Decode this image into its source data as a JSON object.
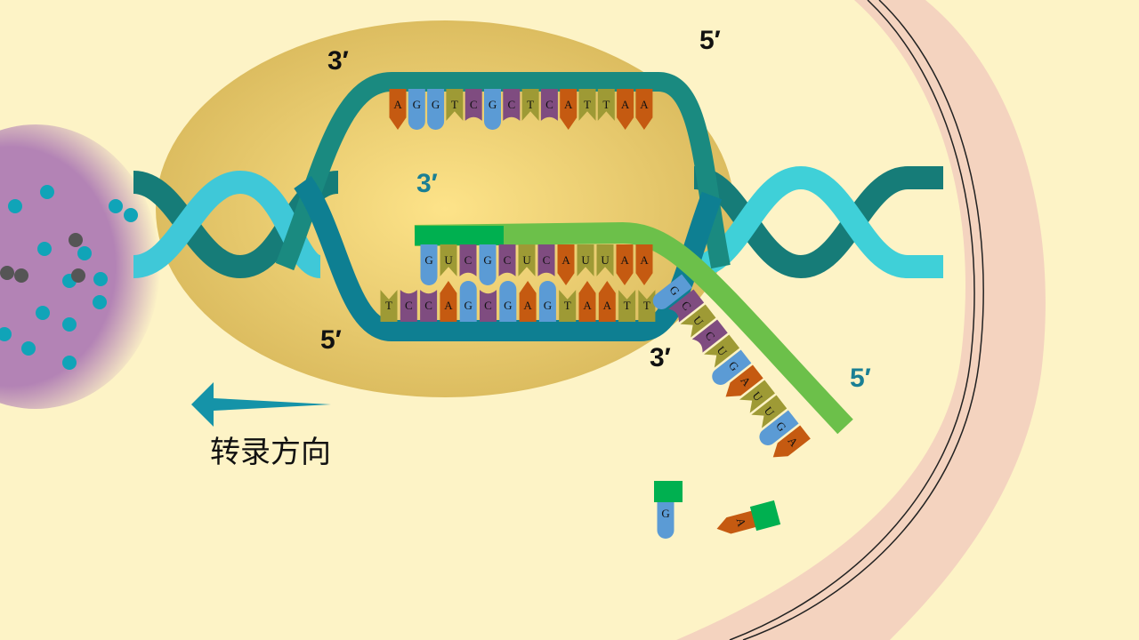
{
  "labels": {
    "top_left": "3′",
    "top_right": "5′",
    "inner_template": "3′",
    "bottom_left": "5′",
    "rna_3prime": "3′",
    "rna_5prime": "5′"
  },
  "caption": "转录方向",
  "colors": {
    "A": "#c55a11",
    "G": "#5b9bd5",
    "C": "#7f4c80",
    "T": "#9e9a35",
    "U": "#9e9a35",
    "cytoplasm": "#fdf3c6",
    "nucleus": "#e4c46a",
    "membrane": "#f4d3bf",
    "dna_dark": "#167c78",
    "dna_light": "#3fd0d8",
    "rna": "#6cc04a",
    "nucleotide_tag": "#00b050",
    "chromatin": "#b383b5"
  },
  "coding_strand": [
    "A",
    "G",
    "G",
    "T",
    "C",
    "G",
    "C",
    "T",
    "C",
    "A",
    "T",
    "T",
    "A",
    "A"
  ],
  "template_strand": [
    "T",
    "C",
    "C",
    "A",
    "G",
    "C",
    "G",
    "A",
    "G",
    "T",
    "A",
    "A",
    "T",
    "T"
  ],
  "rna_paired": [
    "G",
    "U",
    "C",
    "G",
    "C",
    "U",
    "C",
    "A",
    "U",
    "U",
    "A",
    "A"
  ],
  "rna_released": [
    "G",
    "C",
    "U",
    "C",
    "U",
    "G",
    "A",
    "U",
    "U",
    "G",
    "A"
  ],
  "free_nucleotides": [
    "G",
    "A"
  ]
}
